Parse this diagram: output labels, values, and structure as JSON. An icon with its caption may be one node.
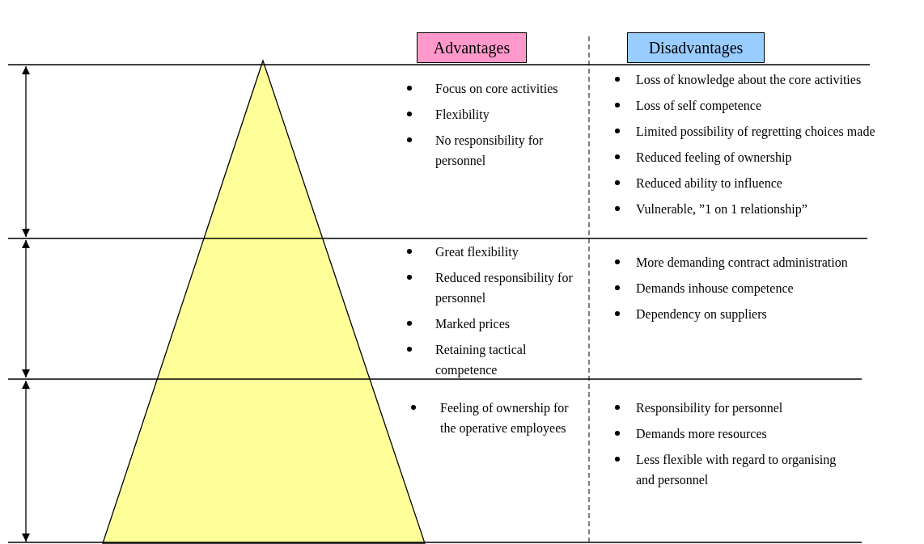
{
  "diagram": {
    "nodes": [
      {
        "text": [
          "Advantages"
        ]
      },
      {
        "text": [
          "Disadvantages"
        ]
      }
    ],
    "labels": [
      "Focus on core activities",
      "Flexibility",
      "No responsibility for personnel",
      "Loss of knowledge about the core activities",
      "Loss of self competence",
      "Limited possibility of regretting choices made",
      "Reduced feeling of ownership",
      "Reduced ability to influence",
      "Vulnerable, ”1 on 1 relationship”",
      "Great flexibility",
      "Reduced responsibility for personnel",
      "Marked prices",
      "Retaining tactical competence",
      "More demanding  contract administration",
      "Demands inhouse competence",
      "Dependency on suppliers",
      "Feeling of ownership for the operative employees",
      "Responsibility for personnel",
      "Demands more resources",
      "Less flexible with regard to organising and personnel"
    ]
  }
}
